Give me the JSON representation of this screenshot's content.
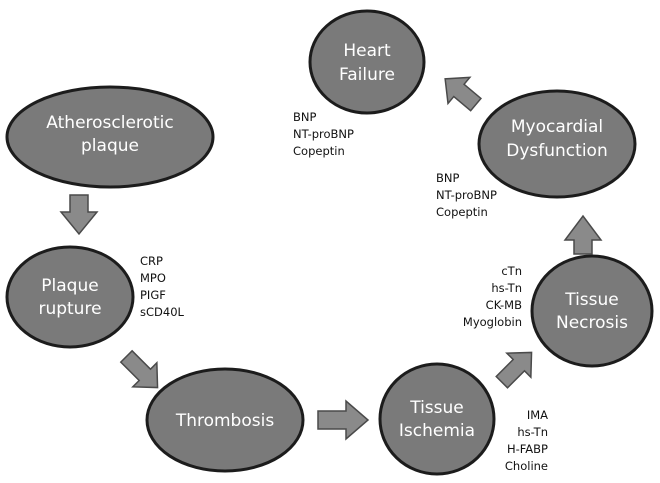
{
  "nodes": {
    "atherosclerotic_plaque": [
      "Atherosclerotic",
      "plaque"
    ],
    "plaque_rupture": [
      "Plaque",
      "rupture"
    ],
    "thrombosis": [
      "Thrombosis"
    ],
    "tissue_ischemia": [
      "Tissue",
      "Ischemia"
    ],
    "tissue_necrosis": [
      "Tissue",
      "Necrosis"
    ],
    "myocardial_dysfunction": [
      "Myocardial",
      "Dysfunction"
    ],
    "heart_failure": [
      "Heart",
      "Failure"
    ]
  },
  "markers": {
    "plaque_rupture": [
      "CRP",
      "MPO",
      "PIGF",
      "sCD40L"
    ],
    "tissue_ischemia": [
      "IMA",
      "hs-Tn",
      "H-FABP",
      "Choline"
    ],
    "tissue_necrosis": [
      "cTn",
      "hs-Tn",
      "CK-MB",
      "Myoglobin"
    ],
    "myocardial_dysfunction": [
      "BNP",
      "NT-proBNP",
      "Copeptin"
    ],
    "heart_failure": [
      "BNP",
      "NT-proBNP",
      "Copeptin"
    ]
  },
  "colors": {
    "node_fill": "#7a7a7a",
    "node_stroke": "#1c1c1c",
    "arrow_fill": "#8a8a8a",
    "text_on_node": "#ffffff",
    "marker_text": "#111111"
  }
}
